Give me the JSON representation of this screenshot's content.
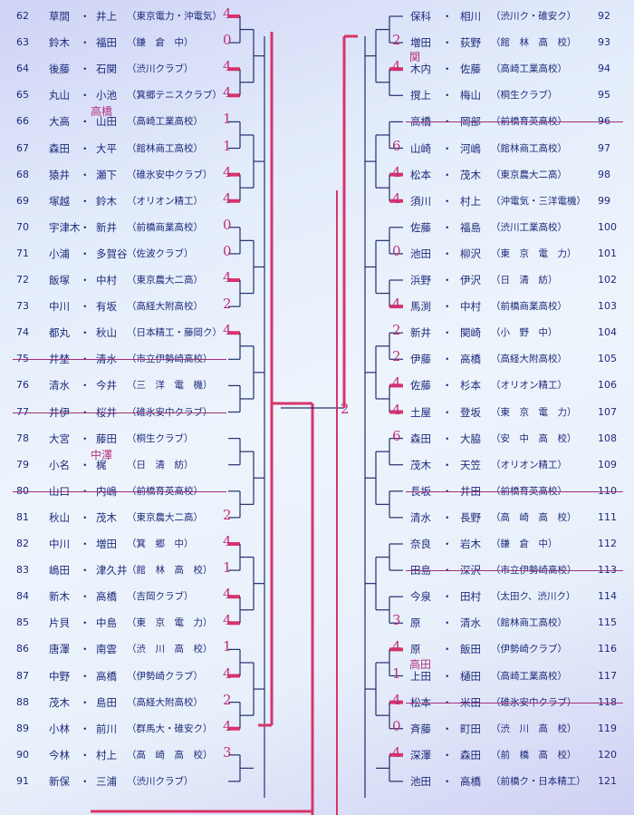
{
  "left_entries": [
    {
      "no": "62",
      "p1": "草間",
      "p2": "井上",
      "club": "（東京電力・沖電気）",
      "score": "4"
    },
    {
      "no": "63",
      "p1": "鈴木",
      "p2": "福田",
      "club": "（鎌　倉　中）",
      "score": "0"
    },
    {
      "no": "64",
      "p1": "後藤",
      "p2": "石関",
      "club": "（渋川クラブ）",
      "score": "4"
    },
    {
      "no": "65",
      "p1": "丸山",
      "p2": "小池",
      "club": "（箕郷テニスクラブ）",
      "score": "4"
    },
    {
      "no": "66",
      "p1": "大高",
      "p2": "山田",
      "club": "（高崎工業高校）",
      "score": "1",
      "note": "高橋"
    },
    {
      "no": "67",
      "p1": "森田",
      "p2": "大平",
      "club": "（館林商工高校）",
      "score": "1"
    },
    {
      "no": "68",
      "p1": "猿井",
      "p2": "瀬下",
      "club": "（碓氷安中クラブ）",
      "score": "4"
    },
    {
      "no": "69",
      "p1": "塚越",
      "p2": "鈴木",
      "club": "（オリオン精工）",
      "score": "4"
    },
    {
      "no": "70",
      "p1": "宇津木",
      "p2": "新井",
      "club": "（前橋商業高校）",
      "score": "0"
    },
    {
      "no": "71",
      "p1": "小浦",
      "p2": "多賀谷",
      "club": "（佐波クラブ）",
      "score": "0"
    },
    {
      "no": "72",
      "p1": "飯塚",
      "p2": "中村",
      "club": "（東京農大二高）",
      "score": "4"
    },
    {
      "no": "73",
      "p1": "中川",
      "p2": "有坂",
      "club": "（高経大附高校）",
      "score": "2"
    },
    {
      "no": "74",
      "p1": "都丸",
      "p2": "秋山",
      "club": "（日本精工・藤岡ク）",
      "score": "4"
    },
    {
      "no": "75",
      "p1": "井埜",
      "p2": "清水",
      "club": "（市立伊勢崎高校）",
      "score": "",
      "struck": true
    },
    {
      "no": "76",
      "p1": "清水",
      "p2": "今井",
      "club": "（三　洋　電　機）",
      "score": ""
    },
    {
      "no": "77",
      "p1": "井伊",
      "p2": "桜井",
      "club": "（碓氷安中クラブ）",
      "score": "",
      "struck": true
    },
    {
      "no": "78",
      "p1": "大宮",
      "p2": "藤田",
      "club": "（桐生クラブ）",
      "score": ""
    },
    {
      "no": "79",
      "p1": "小名",
      "p2": "梶",
      "club": "（日　清　紡）",
      "score": "",
      "note": "中澤"
    },
    {
      "no": "80",
      "p1": "山口",
      "p2": "内嶋",
      "club": "（前橋育英高校）",
      "score": "",
      "struck": true
    },
    {
      "no": "81",
      "p1": "秋山",
      "p2": "茂木",
      "club": "（東京農大二高）",
      "score": "2"
    },
    {
      "no": "82",
      "p1": "中川",
      "p2": "増田",
      "club": "（箕　郷　中）",
      "score": "4"
    },
    {
      "no": "83",
      "p1": "嶋田",
      "p2": "津久井",
      "club": "（館　林　高　校）",
      "score": "1"
    },
    {
      "no": "84",
      "p1": "新木",
      "p2": "高橋",
      "club": "（吉岡クラブ）",
      "score": "4"
    },
    {
      "no": "85",
      "p1": "片貝",
      "p2": "中島",
      "club": "（東　京　電　力）",
      "score": "4"
    },
    {
      "no": "86",
      "p1": "唐澤",
      "p2": "南雲",
      "club": "（渋　川　高　校）",
      "score": "1"
    },
    {
      "no": "87",
      "p1": "中野",
      "p2": "高橋",
      "club": "（伊勢崎クラブ）",
      "score": "4"
    },
    {
      "no": "88",
      "p1": "茂木",
      "p2": "島田",
      "club": "（高経大附高校）",
      "score": "2"
    },
    {
      "no": "89",
      "p1": "小林",
      "p2": "前川",
      "club": "（群馬大・碓安ク）",
      "score": "4"
    },
    {
      "no": "90",
      "p1": "今林",
      "p2": "村上",
      "club": "（高　崎　高　校）",
      "score": "3"
    },
    {
      "no": "91",
      "p1": "新保",
      "p2": "三浦",
      "club": "（渋川クラブ）",
      "score": ""
    }
  ],
  "right_entries": [
    {
      "no": "92",
      "p1": "保科",
      "p2": "相川",
      "club": "（渋川ク・碓安ク）",
      "score": ""
    },
    {
      "no": "93",
      "p1": "増田",
      "p2": "荻野",
      "club": "（館　林　高　校）",
      "score": "2"
    },
    {
      "no": "94",
      "p1": "木内",
      "p2": "佐藤",
      "club": "（高崎工業高校）",
      "score": "4",
      "note": "関"
    },
    {
      "no": "95",
      "p1": "撹上",
      "p2": "梅山",
      "club": "（桐生クラブ）",
      "score": ""
    },
    {
      "no": "96",
      "p1": "高橋",
      "p2": "岡部",
      "club": "（前橋育英高校）",
      "score": "",
      "struck": true
    },
    {
      "no": "97",
      "p1": "山崎",
      "p2": "河嶋",
      "club": "（館林商工高校）",
      "score": "6"
    },
    {
      "no": "98",
      "p1": "松本",
      "p2": "茂木",
      "club": "（東京農大二高）",
      "score": "4"
    },
    {
      "no": "99",
      "p1": "須川",
      "p2": "村上",
      "club": "（沖電気・三洋電機）",
      "score": "4"
    },
    {
      "no": "100",
      "p1": "佐藤",
      "p2": "福島",
      "club": "（渋川工業高校）",
      "score": ""
    },
    {
      "no": "101",
      "p1": "池田",
      "p2": "柳沢",
      "club": "（東　京　電　力）",
      "score": "0"
    },
    {
      "no": "102",
      "p1": "浜野",
      "p2": "伊沢",
      "club": "（日　清　紡）",
      "score": ""
    },
    {
      "no": "103",
      "p1": "馬渕",
      "p2": "中村",
      "club": "（前橋商業高校）",
      "score": "4"
    },
    {
      "no": "104",
      "p1": "新井",
      "p2": "関崎",
      "club": "（小　野　中）",
      "score": "2"
    },
    {
      "no": "105",
      "p1": "伊藤",
      "p2": "高橋",
      "club": "（高経大附高校）",
      "score": "2"
    },
    {
      "no": "106",
      "p1": "佐藤",
      "p2": "杉本",
      "club": "（オリオン精工）",
      "score": "4"
    },
    {
      "no": "107",
      "p1": "土屋",
      "p2": "登坂",
      "club": "（東　京　電　力）",
      "score": "4"
    },
    {
      "no": "108",
      "p1": "森田",
      "p2": "大脇",
      "club": "（安　中　高　校）",
      "score": "6"
    },
    {
      "no": "109",
      "p1": "茂木",
      "p2": "天笠",
      "club": "（オリオン精工）",
      "score": ""
    },
    {
      "no": "110",
      "p1": "長坂",
      "p2": "井田",
      "club": "（前橋育英高校）",
      "score": "",
      "struck": true
    },
    {
      "no": "111",
      "p1": "清水",
      "p2": "長野",
      "club": "（高　崎　高　校）",
      "score": ""
    },
    {
      "no": "112",
      "p1": "奈良",
      "p2": "岩木",
      "club": "（鎌　倉　中）",
      "score": ""
    },
    {
      "no": "113",
      "p1": "田島",
      "p2": "深沢",
      "club": "（市立伊勢崎高校）",
      "score": "",
      "struck": true
    },
    {
      "no": "114",
      "p1": "今泉",
      "p2": "田村",
      "club": "（太田ク、渋川ク）",
      "score": ""
    },
    {
      "no": "115",
      "p1": "原",
      "p2": "清水",
      "club": "（館林商工高校）",
      "score": "3"
    },
    {
      "no": "116",
      "p1": "原",
      "p2": "飯田",
      "club": "（伊勢崎クラブ）",
      "score": "4"
    },
    {
      "no": "117",
      "p1": "上田",
      "p2": "樋田",
      "club": "（高崎工業高校）",
      "score": "1",
      "note": "高田"
    },
    {
      "no": "118",
      "p1": "松本",
      "p2": "米田",
      "club": "（碓氷安中クラブ）",
      "score": "4",
      "struck": true
    },
    {
      "no": "119",
      "p1": "斉藤",
      "p2": "町田",
      "club": "（渋　川　高　校）",
      "score": "0"
    },
    {
      "no": "120",
      "p1": "深澤",
      "p2": "森田",
      "club": "（前　橋　高　校）",
      "score": "4"
    },
    {
      "no": "121",
      "p1": "池田",
      "p2": "高橋",
      "club": "（前橋ク・日本精工）",
      "score": ""
    }
  ],
  "center_score": "2",
  "colors": {
    "ink": "#1d2a7a",
    "bracket": "#23306e",
    "winner": "#d8336b"
  }
}
